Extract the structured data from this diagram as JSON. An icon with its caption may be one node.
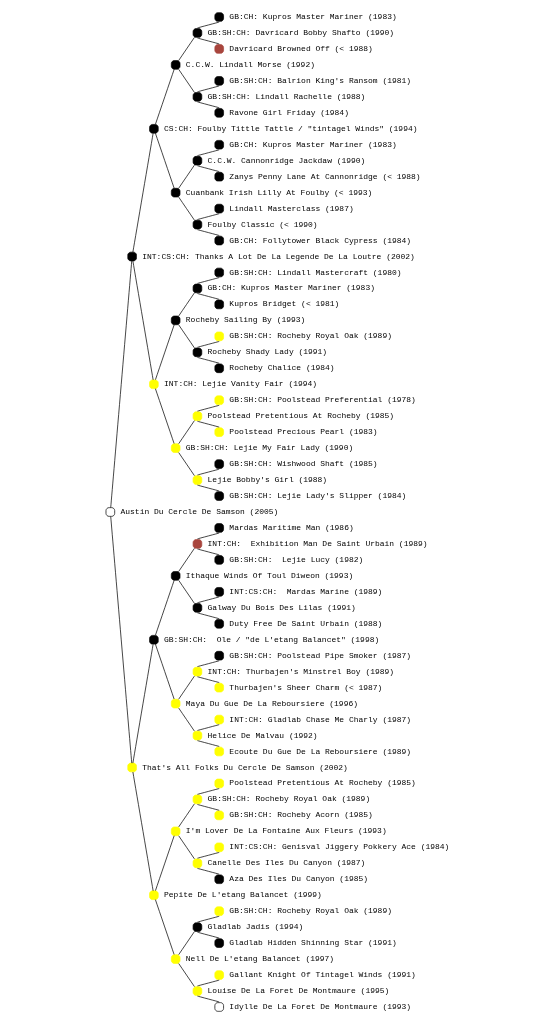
{
  "diagram": {
    "nodes": [
      {
        "text": [
          "GB:CH: Kupros Master Mariner (1983)"
        ]
      },
      {
        "text": [
          "GB:SH:CH: Davricard Bobby Shafto (1990)"
        ]
      },
      {
        "text": [
          "Davricard Browned Off (< 1988)"
        ]
      },
      {
        "text": [
          "C.C.W. Lindall Morse (1992)"
        ]
      },
      {
        "text": [
          "GB:SH:CH: Balrion King's Ransom (1981)"
        ]
      },
      {
        "text": [
          "GB:SH:CH: Lindall Rachelle (1988)"
        ]
      },
      {
        "text": [
          "Ravone Girl Friday (1984)"
        ]
      },
      {
        "text": [
          "CS:CH: Foulby Tittle Tattle / \"tintagel Winds\" (1994)"
        ]
      },
      {
        "text": [
          "GB:CH: Kupros Master Mariner (1983)"
        ]
      },
      {
        "text": [
          "C.C.W. Cannonridge Jackdaw (1990)"
        ]
      },
      {
        "text": [
          "Zanys Penny Lane At Cannonridge (< 1988)"
        ]
      },
      {
        "text": [
          "Cuanbank Irish Lilly At Foulby (< 1993)"
        ]
      },
      {
        "text": [
          "Lindall Masterclass (1987)"
        ]
      },
      {
        "text": [
          "Foulby Classic (< 1990)"
        ]
      },
      {
        "text": [
          "GB:CH: Follytower Black Cypress (1984)"
        ]
      },
      {
        "text": [
          "INT:CS:CH: Thanks A Lot De La Legende De La Loutre (2002)"
        ]
      },
      {
        "text": [
          "GB:SH:CH: Lindall Mastercraft (1980)"
        ]
      },
      {
        "text": [
          "GB:CH: Kupros Master Mariner (1983)"
        ]
      },
      {
        "text": [
          "Kupros Bridget (< 1981)"
        ]
      },
      {
        "text": [
          "Rocheby Sailing By (1993)"
        ]
      },
      {
        "text": [
          "GB:SH:CH: Rocheby Royal Oak (1989)"
        ]
      },
      {
        "text": [
          "Rocheby Shady Lady (1991)"
        ]
      },
      {
        "text": [
          "Rocheby Chalice (1984)"
        ]
      },
      {
        "text": [
          "INT:CH: Lejie Vanity Fair (1994)"
        ]
      },
      {
        "text": [
          "GB:SH:CH: Poolstead Preferential (1978)"
        ]
      },
      {
        "text": [
          "Poolstead Pretentious At Rocheby (1985)"
        ]
      },
      {
        "text": [
          "Poolstead Precious Pearl (1983)"
        ]
      },
      {
        "text": [
          "GB:SH:CH: Lejie My Fair Lady (1990)"
        ]
      },
      {
        "text": [
          "GB:SH:CH: Wishwood Shaft (1985)"
        ]
      },
      {
        "text": [
          "Lejie Bobby's Girl (1988)"
        ]
      },
      {
        "text": [
          "GB:SH:CH: Lejie Lady's Slipper (1984)"
        ]
      },
      {
        "text": [
          "Austin Du Cercle De Samson (2005)"
        ]
      },
      {
        "text": [
          "Mardas Maritime Man (1986)"
        ]
      },
      {
        "text": [
          "INT:CH:  Exhibition Man De Saint Urbain (1989)"
        ]
      },
      {
        "text": [
          "GB:SH:CH:  Lejie Lucy (1982)"
        ]
      },
      {
        "text": [
          "Ithaque Winds Of Toul Diweon (1993)"
        ]
      },
      {
        "text": [
          "INT:CS:CH:  Mardas Marine (1989)"
        ]
      },
      {
        "text": [
          "Galway Du Bois Des Lilas (1991)"
        ]
      },
      {
        "text": [
          "Duty Free De Saint Urbain (1988)"
        ]
      },
      {
        "text": [
          "GB:SH:CH:  Ole / \"de L'etang Balancet\" (1998)"
        ]
      },
      {
        "text": [
          "GB:SH:CH: Poolstead Pipe Smoker (1987)"
        ]
      },
      {
        "text": [
          "INT:CH: Thurbajen's Minstrel Boy (1989)"
        ]
      },
      {
        "text": [
          "Thurbajen's Sheer Charm (< 1987)"
        ]
      },
      {
        "text": [
          "Maya Du Gue De La Reboursiere (1996)"
        ]
      },
      {
        "text": [
          "INT:CH: Gladlab Chase Me Charly (1987)"
        ]
      },
      {
        "text": [
          "Helice De Malvau (1992)"
        ]
      },
      {
        "text": [
          "Ecoute Du Gue De La Reboursiere (1989)"
        ]
      },
      {
        "text": [
          "That's All Folks Du Cercle De Samson (2002)"
        ]
      },
      {
        "text": [
          "Poolstead Pretentious At Rocheby (1985)"
        ]
      },
      {
        "text": [
          "GB:SH:CH: Rocheby Royal Oak (1989)"
        ]
      },
      {
        "text": [
          "GB:SH:CH: Rocheby Acorn (1985)"
        ]
      },
      {
        "text": [
          "I'm Lover De La Fontaine Aux Fleurs (1993)"
        ]
      },
      {
        "text": [
          "INT:CS:CH: Genisval Jiggery Pokkery Ace (1984)"
        ]
      },
      {
        "text": [
          "Canelle Des Iles Du Canyon (1987)"
        ]
      },
      {
        "text": [
          "Aza Des Iles Du Canyon (1985)"
        ]
      },
      {
        "text": [
          "Pepite De L'etang Balancet (1999)"
        ]
      },
      {
        "text": [
          "GB:SH:CH: Rocheby Royal Oak (1989)"
        ]
      },
      {
        "text": [
          "Gladlab Jadis (1994)"
        ]
      },
      {
        "text": [
          "Gladlab Hidden Shinning Star (1991)"
        ]
      },
      {
        "text": [
          "Nell De L'etang Balancet (1997)"
        ]
      },
      {
        "text": [
          "Gallant Knight Of Tintagel Winds (1991)"
        ]
      },
      {
        "text": [
          "Louise De La Foret De Montmaure (1995)"
        ]
      },
      {
        "text": [
          "Idylle De La Foret De Montmaure (1993)"
        ]
      }
    ],
    "edges": [
      {
        "from": 1,
        "to": 0,
        "arrow": "none"
      },
      {
        "from": 1,
        "to": 2,
        "arrow": "none"
      },
      {
        "from": 3,
        "to": 1,
        "arrow": "none"
      },
      {
        "from": 3,
        "to": 5,
        "arrow": "none"
      },
      {
        "from": 5,
        "to": 4,
        "arrow": "none"
      },
      {
        "from": 5,
        "to": 6,
        "arrow": "none"
      },
      {
        "from": 7,
        "to": 3,
        "arrow": "none"
      },
      {
        "from": 7,
        "to": 11,
        "arrow": "none"
      },
      {
        "from": 9,
        "to": 8,
        "arrow": "none"
      },
      {
        "from": 9,
        "to": 10,
        "arrow": "none"
      },
      {
        "from": 11,
        "to": 9,
        "arrow": "none"
      },
      {
        "from": 11,
        "to": 13,
        "arrow": "none"
      },
      {
        "from": 13,
        "to": 12,
        "arrow": "none"
      },
      {
        "from": 13,
        "to": 14,
        "arrow": "none"
      },
      {
        "from": 15,
        "to": 7,
        "arrow": "none"
      },
      {
        "from": 15,
        "to": 23,
        "arrow": "none"
      },
      {
        "from": 17,
        "to": 16,
        "arrow": "none"
      },
      {
        "from": 17,
        "to": 18,
        "arrow": "none"
      },
      {
        "from": 19,
        "to": 17,
        "arrow": "none"
      },
      {
        "from": 19,
        "to": 21,
        "arrow": "none"
      },
      {
        "from": 21,
        "to": 20,
        "arrow": "none"
      },
      {
        "from": 21,
        "to": 22,
        "arrow": "none"
      },
      {
        "from": 23,
        "to": 19,
        "arrow": "none"
      },
      {
        "from": 23,
        "to": 27,
        "arrow": "none"
      },
      {
        "from": 25,
        "to": 24,
        "arrow": "none"
      },
      {
        "from": 25,
        "to": 26,
        "arrow": "none"
      },
      {
        "from": 27,
        "to": 25,
        "arrow": "none"
      },
      {
        "from": 27,
        "to": 29,
        "arrow": "none"
      },
      {
        "from": 29,
        "to": 28,
        "arrow": "none"
      },
      {
        "from": 29,
        "to": 30,
        "arrow": "none"
      },
      {
        "from": 31,
        "to": 15,
        "arrow": "none"
      },
      {
        "from": 31,
        "to": 47,
        "arrow": "none"
      },
      {
        "from": 33,
        "to": 32,
        "arrow": "none"
      },
      {
        "from": 33,
        "to": 34,
        "arrow": "none"
      },
      {
        "from": 35,
        "to": 33,
        "arrow": "none"
      },
      {
        "from": 35,
        "to": 37,
        "arrow": "none"
      },
      {
        "from": 37,
        "to": 36,
        "arrow": "none"
      },
      {
        "from": 37,
        "to": 38,
        "arrow": "none"
      },
      {
        "from": 39,
        "to": 35,
        "arrow": "none"
      },
      {
        "from": 39,
        "to": 43,
        "arrow": "none"
      },
      {
        "from": 41,
        "to": 40,
        "arrow": "none"
      },
      {
        "from": 41,
        "to": 42,
        "arrow": "none"
      },
      {
        "from": 43,
        "to": 41,
        "arrow": "none"
      },
      {
        "from": 43,
        "to": 45,
        "arrow": "none"
      },
      {
        "from": 45,
        "to": 44,
        "arrow": "none"
      },
      {
        "from": 45,
        "to": 46,
        "arrow": "none"
      },
      {
        "from": 47,
        "to": 39,
        "arrow": "none"
      },
      {
        "from": 47,
        "to": 55,
        "arrow": "none"
      },
      {
        "from": 49,
        "to": 48,
        "arrow": "none"
      },
      {
        "from": 49,
        "to": 50,
        "arrow": "none"
      },
      {
        "from": 51,
        "to": 49,
        "arrow": "none"
      },
      {
        "from": 51,
        "to": 53,
        "arrow": "none"
      },
      {
        "from": 53,
        "to": 52,
        "arrow": "none"
      },
      {
        "from": 53,
        "to": 54,
        "arrow": "none"
      },
      {
        "from": 55,
        "to": 51,
        "arrow": "none"
      },
      {
        "from": 55,
        "to": 59,
        "arrow": "none"
      },
      {
        "from": 57,
        "to": 56,
        "arrow": "none"
      },
      {
        "from": 57,
        "to": 58,
        "arrow": "none"
      },
      {
        "from": 59,
        "to": 57,
        "arrow": "none"
      },
      {
        "from": 59,
        "to": 61,
        "arrow": "none"
      },
      {
        "from": 61,
        "to": 60,
        "arrow": "none"
      },
      {
        "from": 61,
        "to": 62,
        "arrow": "none"
      }
    ]
  }
}
